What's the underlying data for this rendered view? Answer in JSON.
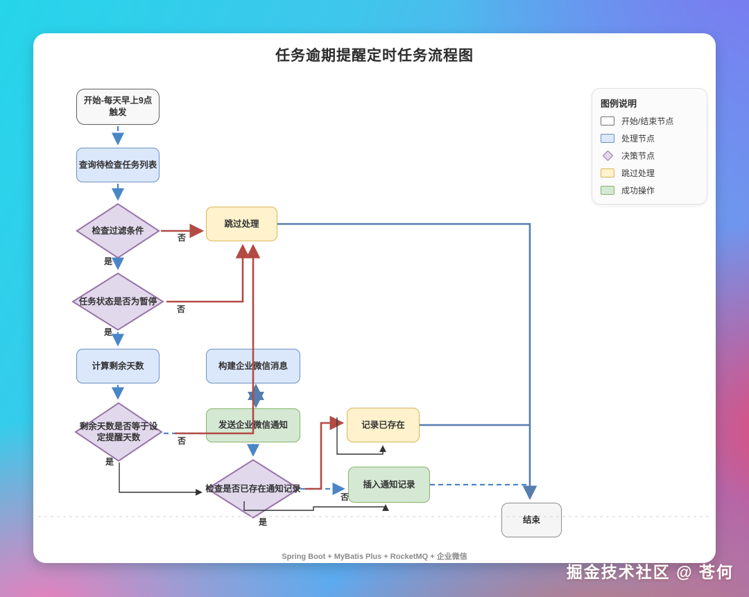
{
  "page": {
    "title": "任务逾期提醒定时任务流程图",
    "footer": "Spring Boot + MyBatis Plus + RocketMQ + 企业微信",
    "watermark": "掘金技术社区 @ 苍何"
  },
  "nodes": {
    "start": "开始-每天早上9点触发",
    "query": "查询待检查任务列表",
    "d_filter": "检查过滤条件",
    "d_paused": "任务状态是否为暂停",
    "calc": "计算剩余天数",
    "d_days": "剩余天数是否等于设定提醒天数",
    "skip": "跳过处理",
    "build": "构建企业微信消息",
    "send": "发送企业微信通知",
    "d_record": "检查是否已存在通知记录",
    "exists": "记录已存在",
    "insert": "插入通知记录",
    "end": "结束"
  },
  "edge_labels": {
    "filter_no": "否",
    "filter_yes": "是",
    "paused_no": "否",
    "paused_yes": "是",
    "days_no": "否",
    "days_yes": "是",
    "record_no": "否",
    "record_yes": "是"
  },
  "legend": {
    "title": "图例说明",
    "items": [
      {
        "label": "开始/结束节点"
      },
      {
        "label": "处理节点"
      },
      {
        "label": "决策节点"
      },
      {
        "label": "跳过处理"
      },
      {
        "label": "成功操作"
      }
    ]
  },
  "colors": {
    "process_fill": "#dbe8fc",
    "process_border": "#6c8ebf",
    "decision_fill": "#e2d8ec",
    "decision_border": "#9673a6",
    "skip_fill": "#fff2cc",
    "skip_border": "#d6b656",
    "success_fill": "#d5e8d4",
    "success_border": "#82b366",
    "edge_blue_dashed": "#4a86c6",
    "edge_blue_solid": "#567dae",
    "edge_red": "#b34a44",
    "edge_black": "#333333"
  }
}
